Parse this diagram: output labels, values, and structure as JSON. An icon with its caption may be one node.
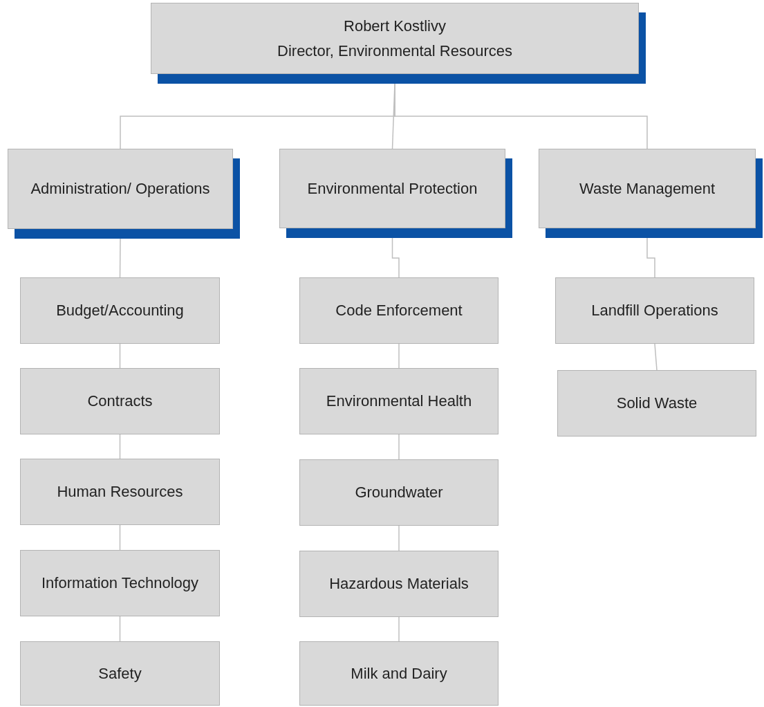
{
  "diagram": {
    "nodes": [
      {
        "text": [
          "Robert Kostlivy",
          "Director, Environmental Resources"
        ]
      },
      {
        "text": [
          "Administration/ Operations"
        ]
      },
      {
        "text": [
          "Environmental Protection"
        ]
      },
      {
        "text": [
          "Waste Management"
        ]
      },
      {
        "text": [
          "Budget/Accounting"
        ]
      },
      {
        "text": [
          "Contracts"
        ]
      },
      {
        "text": [
          "Human Resources"
        ]
      },
      {
        "text": [
          "Information Technology"
        ]
      },
      {
        "text": [
          "Safety"
        ]
      },
      {
        "text": [
          "Code Enforcement"
        ]
      },
      {
        "text": [
          "Environmental Health"
        ]
      },
      {
        "text": [
          "Groundwater"
        ]
      },
      {
        "text": [
          "Hazardous Materials"
        ]
      },
      {
        "text": [
          "Milk and Dairy"
        ]
      },
      {
        "text": [
          "Landfill Operations"
        ]
      },
      {
        "text": [
          "Solid Waste"
        ]
      }
    ],
    "edges": [
      {
        "from": 0,
        "to": 1,
        "arrow": "none"
      },
      {
        "from": 0,
        "to": 2,
        "arrow": "none"
      },
      {
        "from": 0,
        "to": 3,
        "arrow": "none"
      },
      {
        "from": 1,
        "to": 4,
        "arrow": "none"
      },
      {
        "from": 4,
        "to": 5,
        "arrow": "none"
      },
      {
        "from": 5,
        "to": 6,
        "arrow": "none"
      },
      {
        "from": 6,
        "to": 7,
        "arrow": "none"
      },
      {
        "from": 7,
        "to": 8,
        "arrow": "none"
      },
      {
        "from": 2,
        "to": 9,
        "arrow": "none"
      },
      {
        "from": 9,
        "to": 10,
        "arrow": "none"
      },
      {
        "from": 10,
        "to": 11,
        "arrow": "none"
      },
      {
        "from": 11,
        "to": 12,
        "arrow": "none"
      },
      {
        "from": 12,
        "to": 13,
        "arrow": "none"
      },
      {
        "from": 3,
        "to": 14,
        "arrow": "none"
      },
      {
        "from": 14,
        "to": 15,
        "arrow": "none"
      }
    ]
  }
}
